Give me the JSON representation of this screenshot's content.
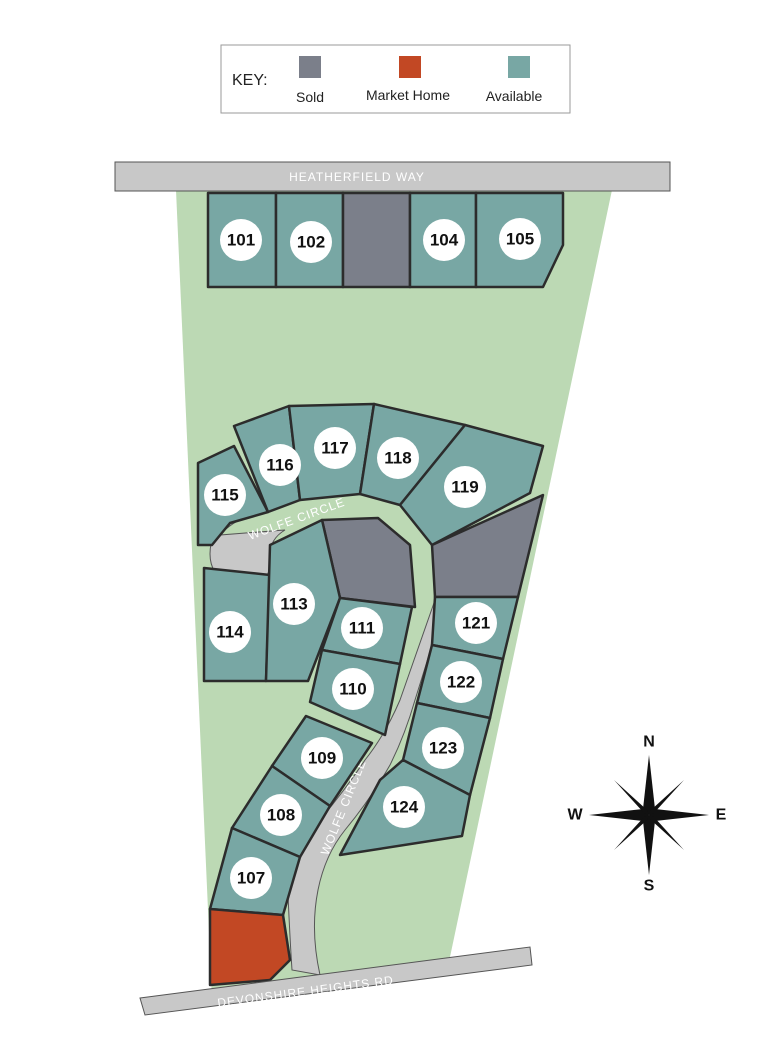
{
  "colors": {
    "sold": "#7b7f8a",
    "market_home": "#c24824",
    "available": "#78a7a4",
    "green_space": "#bcd9b4",
    "road": "#c8c8c8"
  },
  "legend": {
    "title": "KEY:",
    "items": [
      {
        "label": "Sold",
        "status": "sold"
      },
      {
        "label": "Market Home",
        "status": "market_home"
      },
      {
        "label": "Available",
        "status": "available"
      }
    ]
  },
  "roads": {
    "top": "HEATHERFIELD WAY",
    "bottom": "DEVONSHIRE HEIGHTS RD",
    "circle_upper": "WOLFE CIRCLE",
    "circle_lower": "WOLFE CIRCLE"
  },
  "compass": {
    "n": "N",
    "s": "S",
    "e": "E",
    "w": "W"
  },
  "lots": [
    {
      "number": "101",
      "status": "available"
    },
    {
      "number": "102",
      "status": "available"
    },
    {
      "number": "",
      "status": "sold"
    },
    {
      "number": "104",
      "status": "available"
    },
    {
      "number": "105",
      "status": "available"
    },
    {
      "number": "115",
      "status": "available"
    },
    {
      "number": "116",
      "status": "available"
    },
    {
      "number": "117",
      "status": "available"
    },
    {
      "number": "118",
      "status": "available"
    },
    {
      "number": "119",
      "status": "available"
    },
    {
      "number": "",
      "status": "sold"
    },
    {
      "number": "",
      "status": "sold"
    },
    {
      "number": "114",
      "status": "available"
    },
    {
      "number": "113",
      "status": "available"
    },
    {
      "number": "111",
      "status": "available"
    },
    {
      "number": "110",
      "status": "available"
    },
    {
      "number": "121",
      "status": "available"
    },
    {
      "number": "122",
      "status": "available"
    },
    {
      "number": "123",
      "status": "available"
    },
    {
      "number": "124",
      "status": "available"
    },
    {
      "number": "109",
      "status": "available"
    },
    {
      "number": "108",
      "status": "available"
    },
    {
      "number": "107",
      "status": "available"
    },
    {
      "number": "",
      "status": "market_home"
    }
  ]
}
